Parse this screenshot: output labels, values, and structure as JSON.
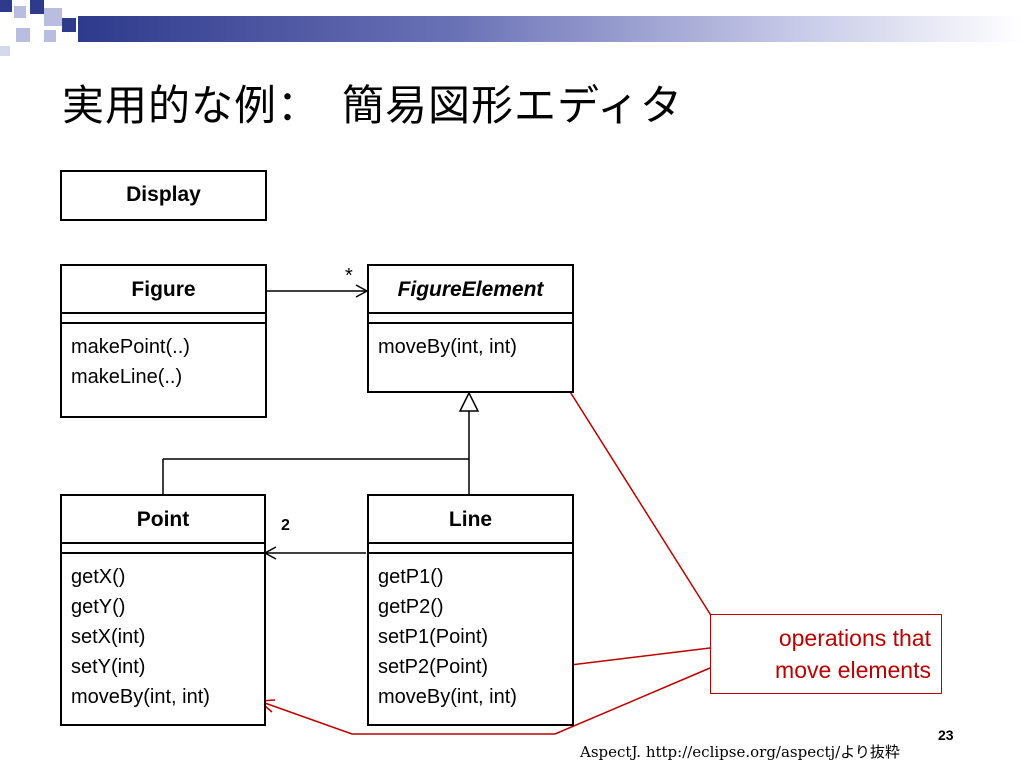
{
  "slide": {
    "title": "実用的な例：　簡易図形エディタ",
    "page_number": "23",
    "footer": "AspectJ. http://eclipse.org/aspectj/より抜粋"
  },
  "diagram": {
    "classes": {
      "display": {
        "name": "Display"
      },
      "figure": {
        "name": "Figure",
        "methods": [
          "makePoint(..)",
          "makeLine(..)"
        ]
      },
      "figure_element": {
        "name": "FigureElement",
        "methods": [
          "moveBy(int, int)"
        ]
      },
      "point": {
        "name": "Point",
        "methods": [
          "getX()",
          "getY()",
          "setX(int)",
          "setY(int)",
          "moveBy(int, int)"
        ]
      },
      "line": {
        "name": "Line",
        "methods": [
          "getP1()",
          "getP2()",
          "setP1(Point)",
          "setP2(Point)",
          "moveBy(int, int)"
        ]
      }
    },
    "multiplicities": {
      "figure_to_element": "*",
      "line_to_point": "2"
    },
    "callout": {
      "lines": [
        "operations that",
        "move elements"
      ]
    }
  },
  "colors": {
    "accent_red": "#c00000",
    "deco_navy": "#2e3a8c",
    "deco_light": "#b9bde0"
  }
}
